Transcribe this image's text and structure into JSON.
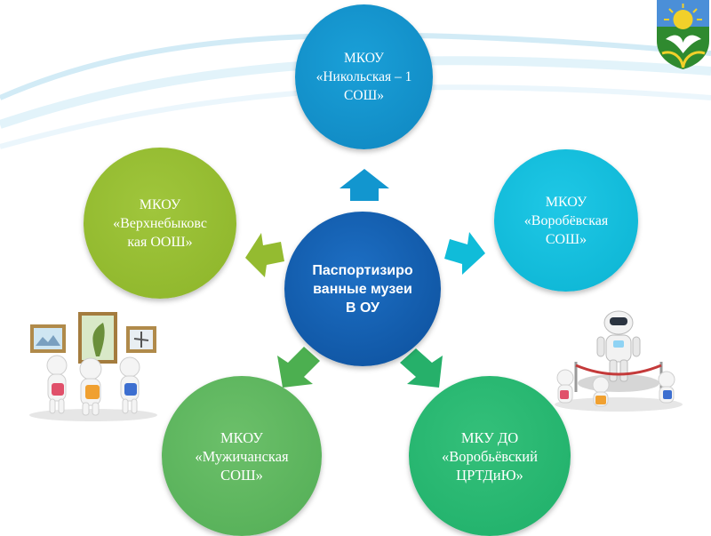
{
  "diagram": {
    "center": {
      "lines": [
        "Паспортизиро",
        "ванные музеи",
        "В ОУ"
      ],
      "color": "#0c4f9b"
    },
    "nodes": [
      {
        "id": "top",
        "lines": [
          "МКОУ",
          "«Никольская – 1",
          "СОШ»"
        ],
        "color": "#1296cf"
      },
      {
        "id": "right",
        "lines": [
          "МКОУ",
          "«Воробёвская",
          "СОШ»"
        ],
        "color": "#10bcd9"
      },
      {
        "id": "left",
        "lines": [
          "МКОУ",
          "«Верхнебыковс",
          "кая ООШ»"
        ],
        "color": "#94bb30"
      },
      {
        "id": "bottom-left",
        "lines": [
          "МКОУ",
          "«Мужичанская",
          "СОШ»"
        ],
        "color": "#5bb45d"
      },
      {
        "id": "bottom-right",
        "lines": [
          "МКУ ДО",
          "«Воробьёвский",
          "ЦРТДиЮ»"
        ],
        "color": "#28b872"
      }
    ],
    "arrows": [
      {
        "direction": "up",
        "color": "#1296cf"
      },
      {
        "direction": "right",
        "color": "#10bcd9"
      },
      {
        "direction": "left",
        "color": "#94bb30"
      },
      {
        "direction": "down-left",
        "color": "#4caf50"
      },
      {
        "direction": "down-right",
        "color": "#26b06a"
      }
    ]
  },
  "decor": {
    "left_image": "museum-visitors-illustration",
    "right_image": "robot-exhibit-illustration",
    "corner_image": "coat-of-arms-icon"
  }
}
